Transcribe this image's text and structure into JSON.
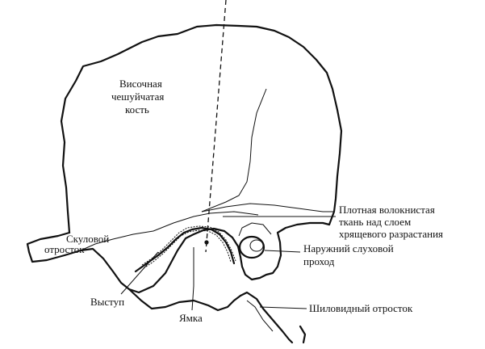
{
  "labels": {
    "temporal_squama_1": "Височная",
    "temporal_squama_2": "чешуйчатая",
    "temporal_squama_3": "кость",
    "zygomatic_1": "Скуловой",
    "zygomatic_2": "отросток",
    "tubercle": "Выступ",
    "fossa": "Ямка",
    "fibrous_tissue_1": "Плотная волокнистая",
    "fibrous_tissue_2": "ткань над слоем",
    "fibrous_tissue_3": "хрящевого разрастания",
    "ear_canal_1": "Наружний слуховой",
    "ear_canal_2": "проход",
    "styloid": "Шиловидный отросток"
  }
}
